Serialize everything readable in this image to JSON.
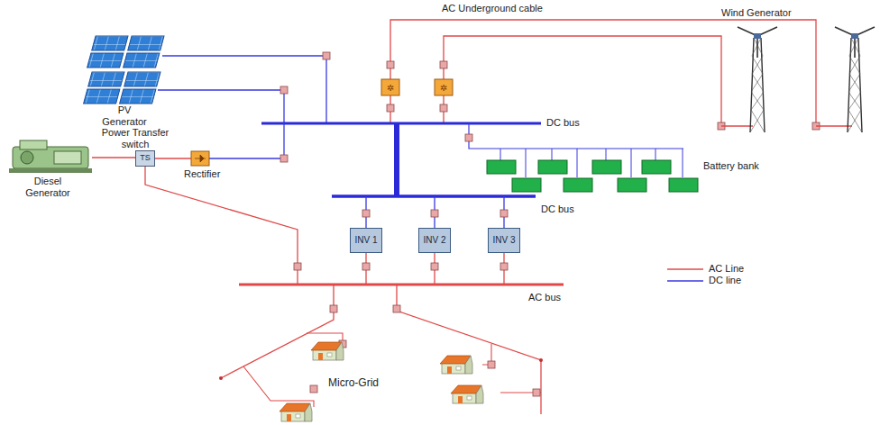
{
  "diagram": {
    "nodes": [
      {
        "text": [
          "TS"
        ]
      },
      {
        "text": [
          "INV 1"
        ]
      },
      {
        "text": [
          "INV 2"
        ]
      },
      {
        "text": [
          "INV 3"
        ]
      }
    ],
    "labels": [
      "AC Underground cable",
      "Wind Generator",
      "PV Generator",
      "Diesel Generator",
      "Power Transfer switch",
      "Rectifier",
      "DC bus",
      "Battery bank",
      "DC bus",
      "AC bus",
      "Micro-Grid"
    ],
    "legend": [
      {
        "text": "AC Line"
      },
      {
        "text": "DC line"
      }
    ]
  }
}
